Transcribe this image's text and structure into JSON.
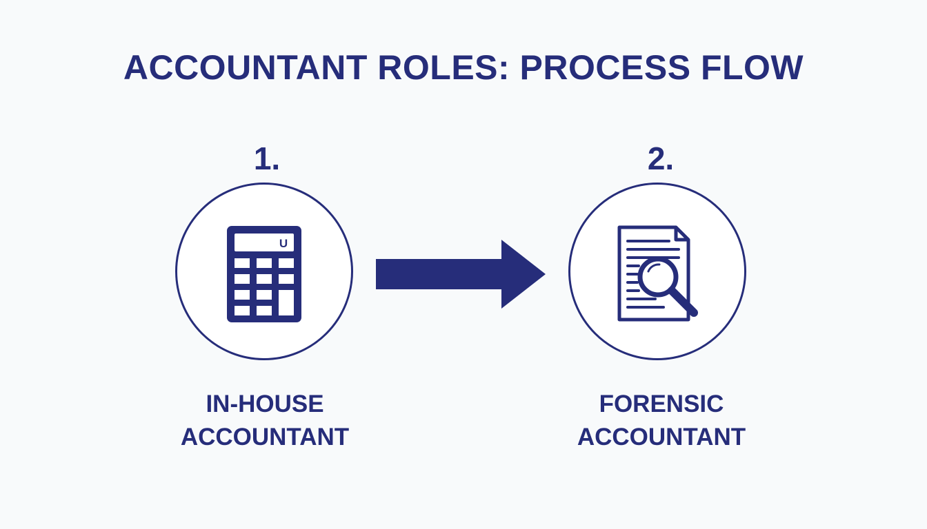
{
  "diagram": {
    "title": "ACCOUNTANT ROLES: PROCESS FLOW",
    "colors": {
      "primary": "#262d7a",
      "background": "#f8fafb"
    },
    "steps": [
      {
        "number": "1.",
        "icon": "calculator-icon",
        "icon_text": "U",
        "label_lines": [
          "IN-HOUSE",
          "ACCOUNTANT"
        ]
      },
      {
        "number": "2.",
        "icon": "document-magnifier-icon",
        "label_lines": [
          "FORENSIC",
          "ACCOUNTANT"
        ]
      }
    ],
    "connector": {
      "icon": "right-arrow-icon"
    }
  }
}
